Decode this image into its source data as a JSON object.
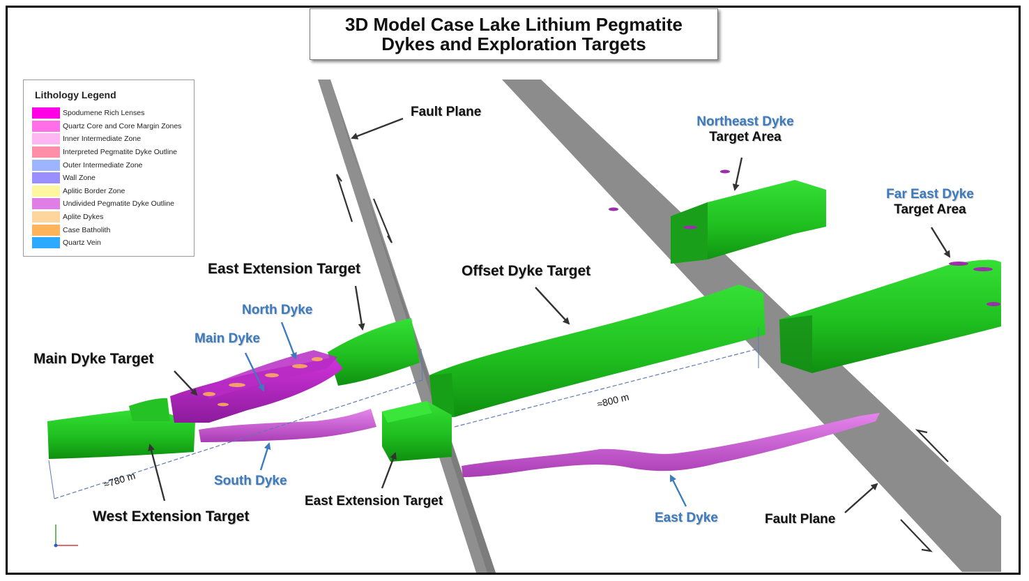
{
  "title": {
    "line1": "3D Model Case Lake Lithium Pegmatite",
    "line2": "Dykes and Exploration Targets"
  },
  "legend": {
    "title": "Lithology Legend",
    "items": [
      {
        "label": "Spodumene Rich Lenses",
        "color": "#ff00e6"
      },
      {
        "label": "Quartz Core and Core Margin Zones",
        "color": "#ff6fe8"
      },
      {
        "label": "Inner Intermediate Zone",
        "color": "#ffb6f2"
      },
      {
        "label": "Interpreted Pegmatite Dyke Outline",
        "color": "#ff8fa8"
      },
      {
        "label": "Outer Intermediate Zone",
        "color": "#9db4ff"
      },
      {
        "label": "Wall Zone",
        "color": "#9a8fff"
      },
      {
        "label": "Aplitic Border Zone",
        "color": "#fff7a0"
      },
      {
        "label": "Undivided Pegmatite Dyke Outline",
        "color": "#e07ee8"
      },
      {
        "label": "Aplite Dykes",
        "color": "#ffd59e"
      },
      {
        "label": "Case Batholith",
        "color": "#ffb35a"
      },
      {
        "label": "Quartz Vein",
        "color": "#2da9ff"
      }
    ]
  },
  "labels": {
    "fault_plane_top": "Fault Plane",
    "fault_plane_bottom": "Fault Plane",
    "northeast_dyke": "Northeast Dyke",
    "northeast_target": "Target Area",
    "far_east_dyke": "Far East Dyke",
    "far_east_target": "Target Area",
    "east_extension_top": "East Extension Target",
    "offset_dyke": "Offset Dyke Target",
    "north_dyke": "North Dyke",
    "main_dyke": "Main Dyke",
    "main_dyke_target": "Main Dyke Target",
    "south_dyke": "South Dyke",
    "east_extension_bottom": "East Extension Target",
    "west_extension": "West Extension Target",
    "east_dyke": "East Dyke"
  },
  "measurements": {
    "west": "≈780 m",
    "east": "≈800 m"
  },
  "colors": {
    "dyke_target": "#22cc22",
    "fault_plane": "#8a8a8a",
    "pegmatite": "#cc44cc",
    "blue_label": "#3c7bbd"
  }
}
